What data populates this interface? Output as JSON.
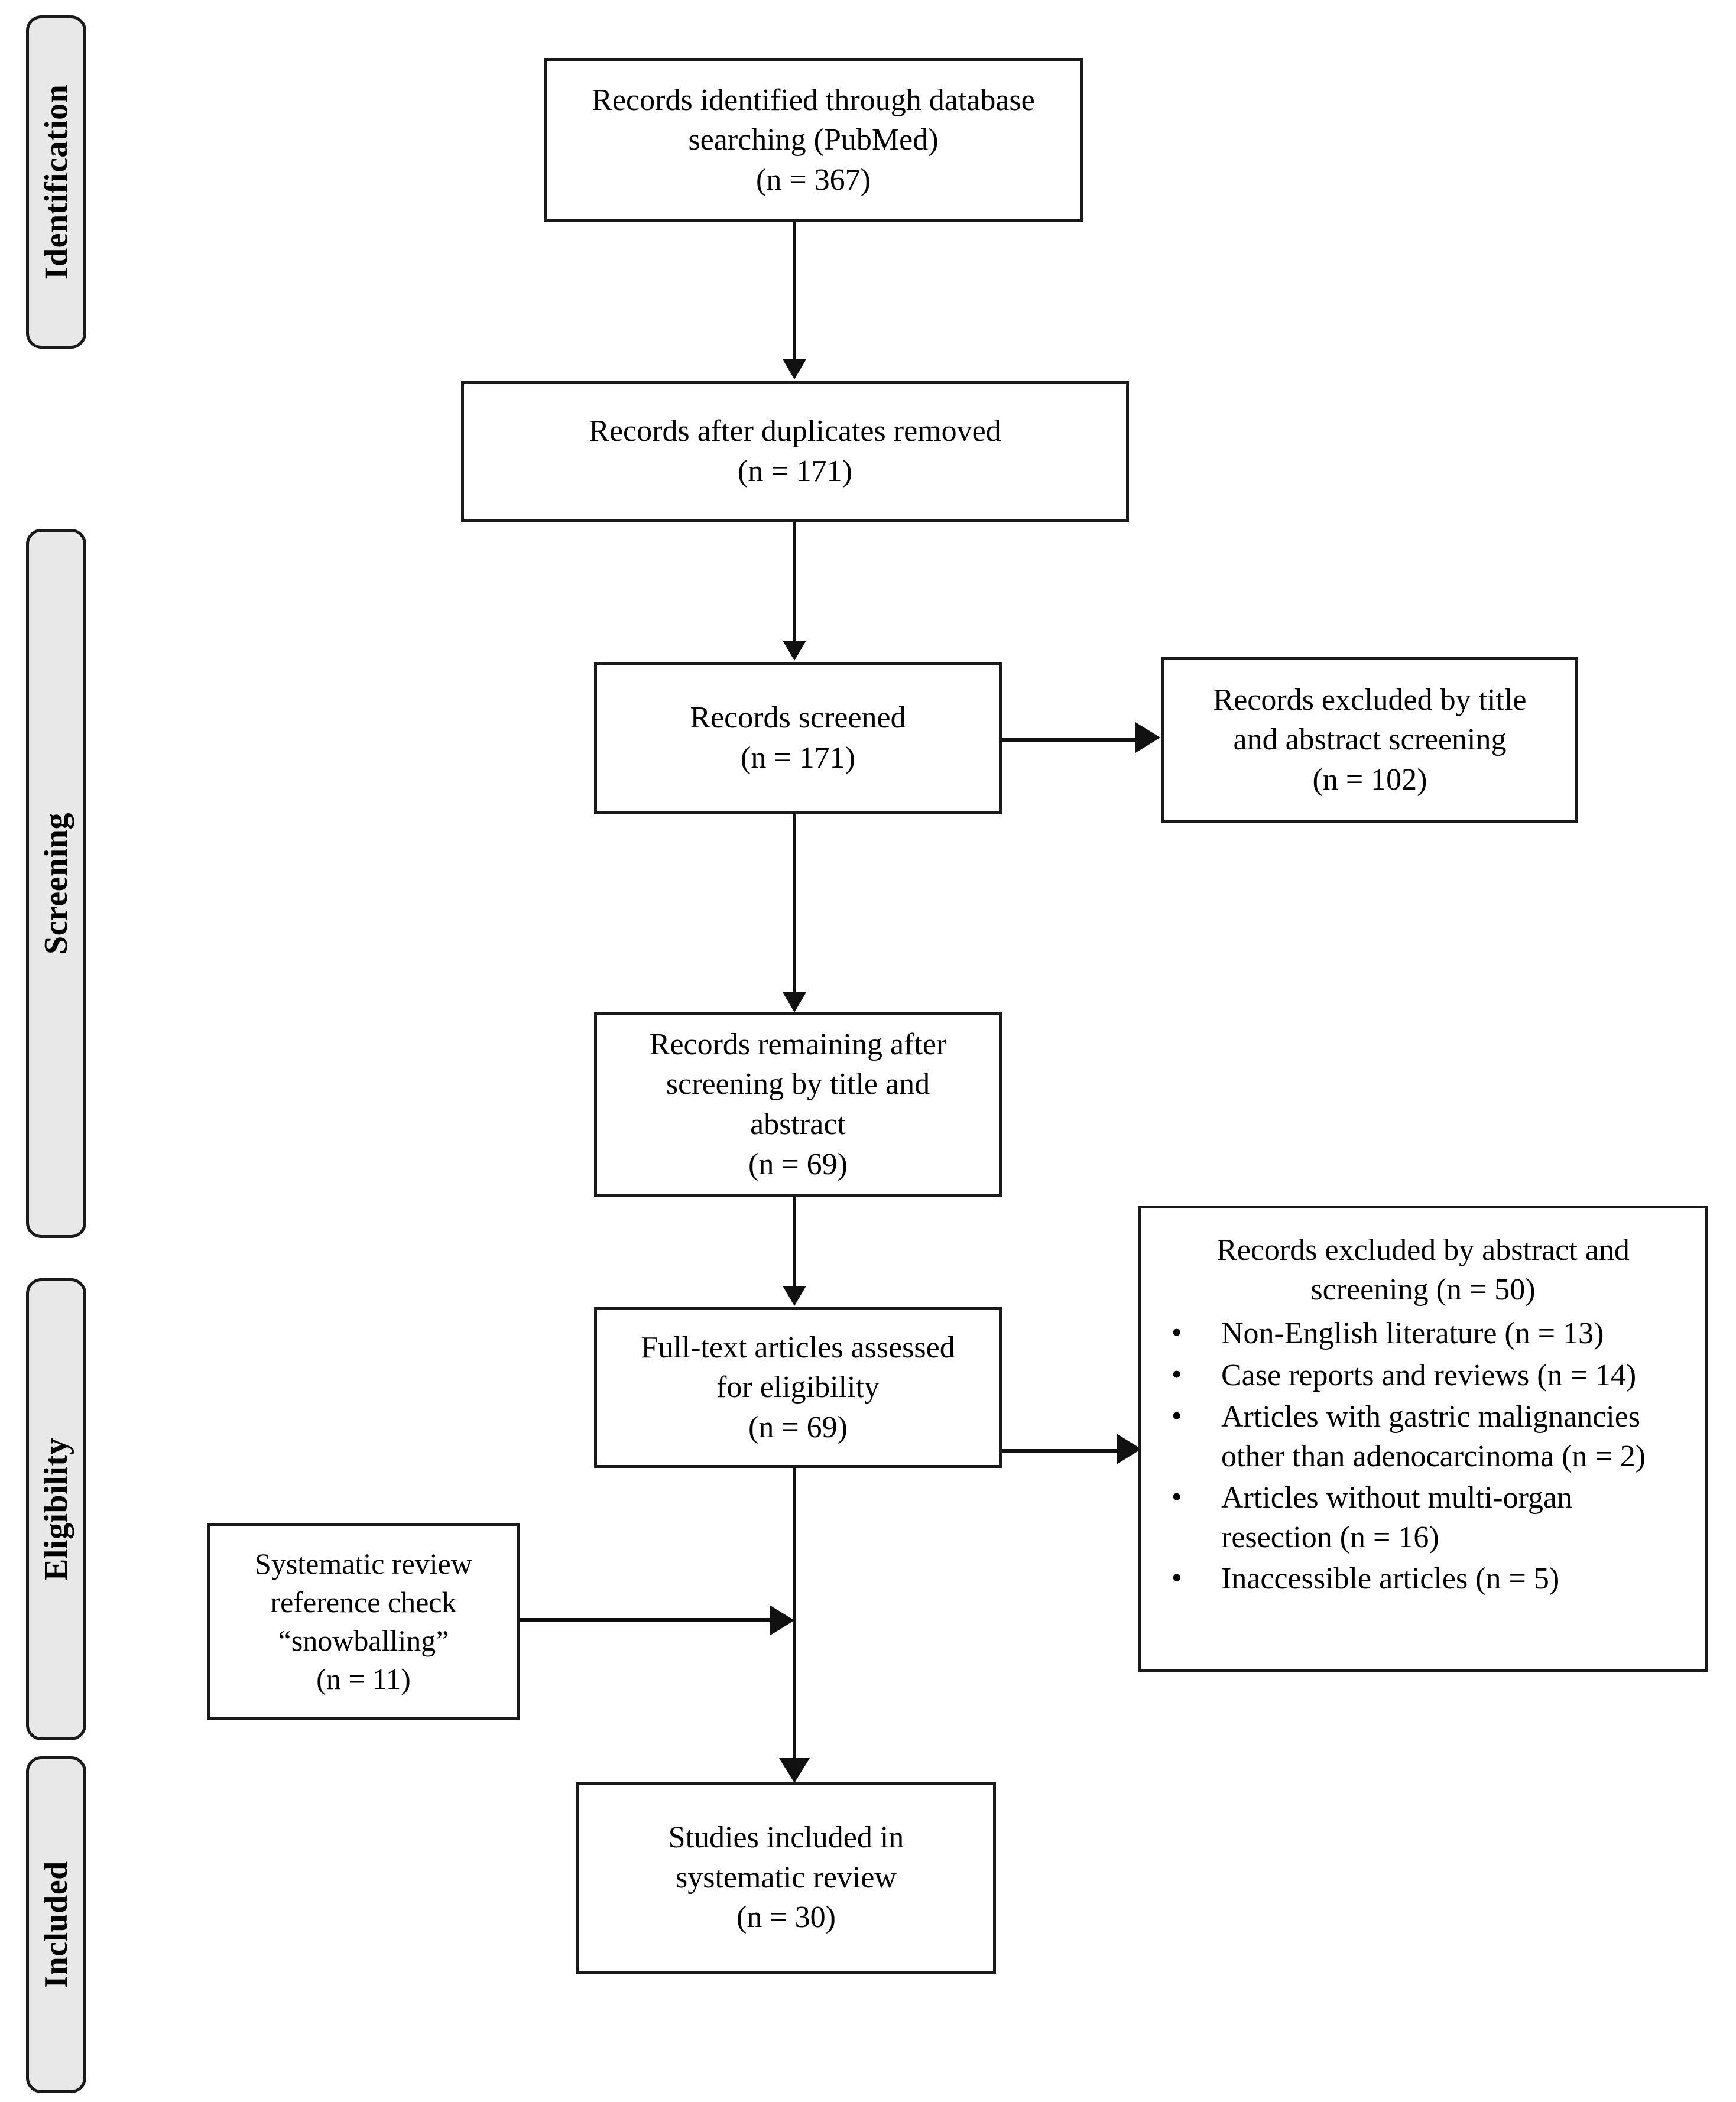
{
  "diagram": {
    "type": "PRISMA flow diagram",
    "stages": [
      {
        "id": "identification",
        "label": "Identification"
      },
      {
        "id": "screening",
        "label": "Screening"
      },
      {
        "id": "eligibility",
        "label": "Eligibility"
      },
      {
        "id": "included",
        "label": "Included"
      }
    ],
    "boxes": {
      "identified": {
        "line1": "Records identified through database",
        "line2": "searching (PubMed)",
        "line3": "(n = 367)",
        "n": 367
      },
      "duplicates_removed": {
        "line1": "Records after duplicates removed",
        "line2": "(n = 171)",
        "n": 171
      },
      "screened": {
        "line1": "Records screened",
        "line2": "(n = 171)",
        "n": 171
      },
      "excluded_title_abstract": {
        "line1": "Records excluded by title",
        "line2": "and abstract screening",
        "line3": "(n = 102)",
        "n": 102
      },
      "remaining_after_screening": {
        "line1": "Records remaining after",
        "line2": "screening by title and",
        "line3": "abstract",
        "line4": "(n = 69)",
        "n": 69
      },
      "fulltext_assessed": {
        "line1": "Full-text articles assessed",
        "line2": "for eligibility",
        "line3": "(n = 69)",
        "n": 69
      },
      "excluded_abstract_screening": {
        "heading_line1": "Records excluded by abstract and",
        "heading_line2": "screening (n = 50)",
        "n": 50,
        "reasons": [
          {
            "text": "Non-English literature (n = 13)",
            "n": 13
          },
          {
            "text": "Case reports and reviews (n = 14)",
            "n": 14
          },
          {
            "text": "Articles with gastric malignancies other than adenocarcinoma (n = 2)",
            "n": 2
          },
          {
            "text": "Articles without multi-organ resection (n = 16)",
            "n": 16
          },
          {
            "text": "Inaccessible articles (n = 5)",
            "n": 5
          }
        ]
      },
      "snowballing": {
        "line1": "Systematic review",
        "line2": "reference check",
        "line3": "“snowballing”",
        "line4": "(n = 11)",
        "n": 11
      },
      "included_studies": {
        "line1": "Studies included in",
        "line2": "systematic review",
        "line3": "(n = 30)",
        "n": 30
      }
    },
    "colors": {
      "stroke": "#1a1a1a",
      "pill_fill": "#e8e8e8",
      "box_fill": "#ffffff",
      "background": "#ffffff",
      "text": "#000000"
    }
  }
}
